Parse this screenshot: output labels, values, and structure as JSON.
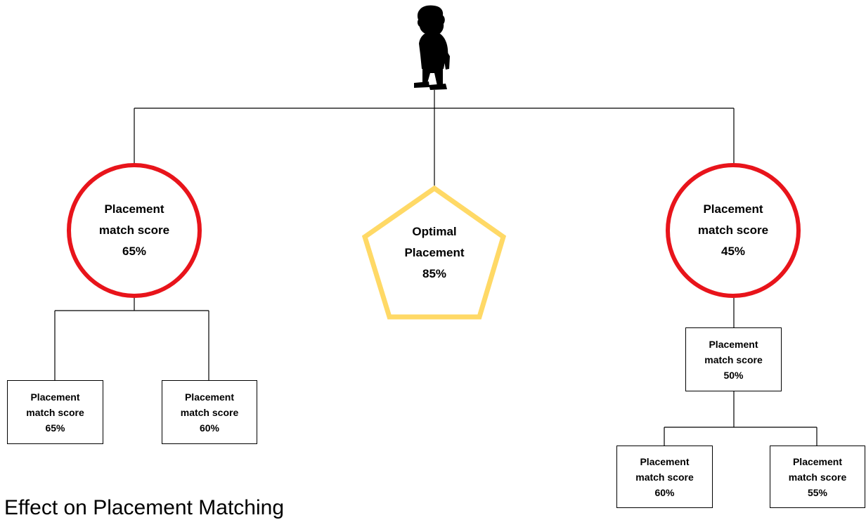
{
  "person": {
    "icon": "child-silhouette-icon"
  },
  "optimal": {
    "line1": "Optimal",
    "line2": "Placement",
    "score": "85%",
    "color": "#FFD966"
  },
  "left": {
    "line1": "Placement",
    "line2": "match score",
    "score": "65%",
    "ring_color": "#E8141B",
    "children": [
      {
        "line1": "Placement",
        "line2": "match score",
        "score": "65%"
      },
      {
        "line1": "Placement",
        "line2": "match score",
        "score": "60%"
      }
    ]
  },
  "right": {
    "line1": "Placement",
    "line2": "match score",
    "score": "45%",
    "ring_color": "#E8141B",
    "child": {
      "line1": "Placement",
      "line2": "match score",
      "score": "50%",
      "children": [
        {
          "line1": "Placement",
          "line2": "match score",
          "score": "60%"
        },
        {
          "line1": "Placement",
          "line2": "match score",
          "score": "55%"
        }
      ]
    }
  },
  "caption": "Effect on Placement Matching"
}
